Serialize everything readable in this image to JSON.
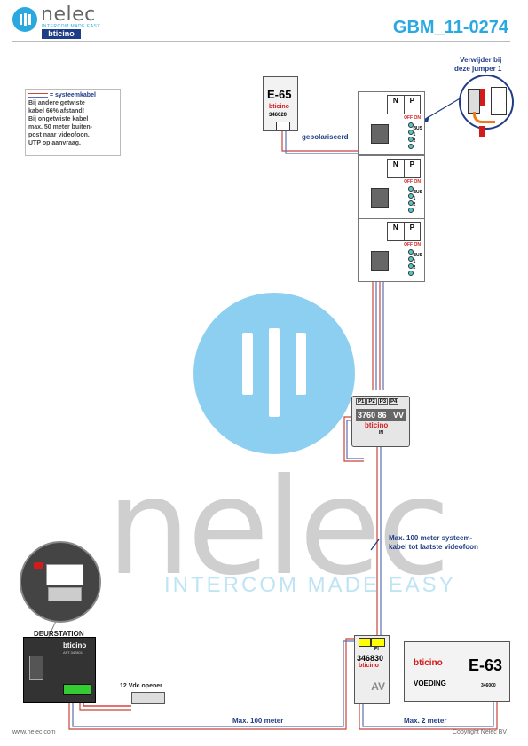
{
  "header": {
    "brand": "nelec",
    "brand_tagline": "INTERCOM MADE EASY",
    "partner": "bticino",
    "doc_title": "GBM_11-0274"
  },
  "watermark": {
    "word": "nelec",
    "tagline": "INTERCOM MADE EASY"
  },
  "legend": {
    "title": "= systeemkabel",
    "lines": [
      "Bij andere getwiste",
      "kabel 66% afstand!",
      "Bij ongetwiste kabel",
      "max. 50 meter buiten-",
      "post naar videofoon.",
      "UTP op aanvraag."
    ]
  },
  "jumper_note": [
    "Verwijder bij",
    "deze jumper 1"
  ],
  "e65": {
    "label": "E-65",
    "brand": "bticino",
    "code": "346020"
  },
  "polarity_label": "gepolariseerd",
  "panels": [
    {
      "n": "N",
      "p": "P",
      "switch": "OFF ON",
      "terms": [
        "BUS",
        "1",
        "2"
      ]
    },
    {
      "n": "N",
      "p": "P",
      "switch": "OFF ON",
      "terms": [
        "BUS",
        "1",
        "2"
      ]
    },
    {
      "n": "N",
      "p": "P",
      "switch": "OFF ON",
      "terms": [
        "BUS",
        "1",
        "2"
      ]
    }
  ],
  "distributor": {
    "ports": [
      "P1",
      "P2",
      "P3",
      "P4"
    ],
    "code": "3760 86",
    "vv": "VV",
    "brand": "bticino",
    "in": "IN"
  },
  "cable_note": [
    "Max. 100 meter systeem-",
    "kabel tot laatste videofoon"
  ],
  "doorstation": {
    "label": "DEURSTATION",
    "brand": "bticino",
    "code": "ART.342801"
  },
  "opener": "12 Vdc opener",
  "av_module": {
    "code": "346830",
    "brand": "bticino",
    "label": "AV",
    "pi": "PI"
  },
  "e63": {
    "label": "E-63",
    "brand": "bticino",
    "sub": "VOEDING",
    "code": "346000"
  },
  "distances": {
    "door": "Max. 100 meter",
    "power": "Max. 2 meter"
  },
  "footer": {
    "left": "www.nelec.com",
    "right": "Copyright Nelec BV"
  },
  "colors": {
    "accent": "#2aa9e0",
    "navy": "#1f3d87",
    "red": "#d21c1c",
    "cable_red": "#c8463a",
    "cable_blue": "#5a6fb0"
  }
}
